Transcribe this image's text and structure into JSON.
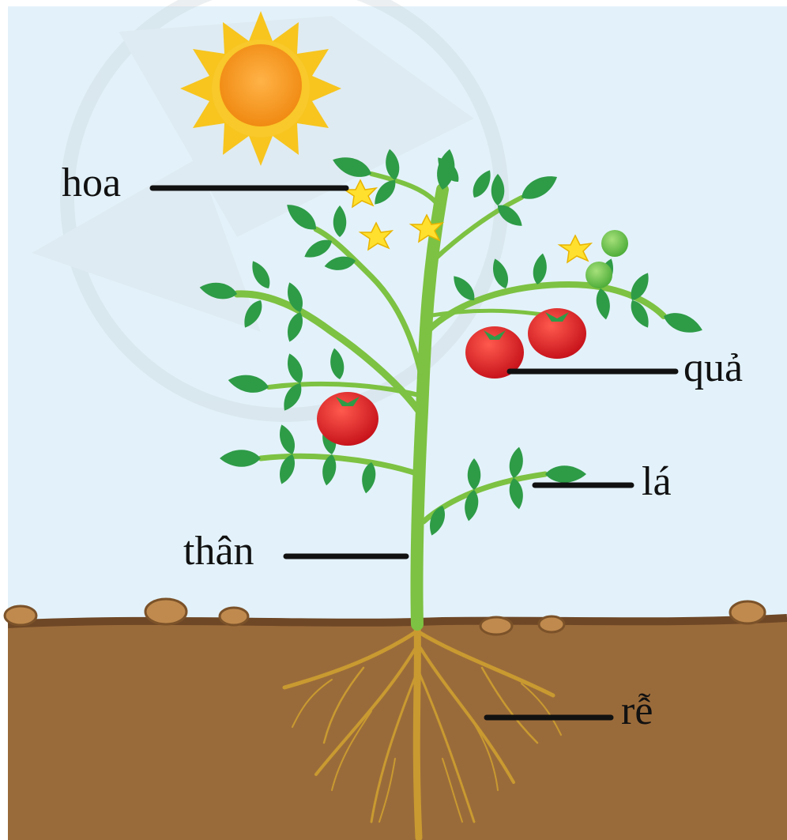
{
  "labels": {
    "flower": "hoa",
    "fruit": "quả",
    "leaf": "lá",
    "stem": "thân",
    "root": "rễ"
  },
  "colors": {
    "sky": "#E3F2FA",
    "soil": "#9A6B3A",
    "soil_line": "#6E4726",
    "stem": "#7DC242",
    "leaf": "#2E9B47",
    "leaf_light": "#4DB35A",
    "tomato": "#E0232A",
    "flower": "#FFE02E",
    "sun": "#F6A21E",
    "root": "#C99A30",
    "stone": "#C08A4E"
  }
}
